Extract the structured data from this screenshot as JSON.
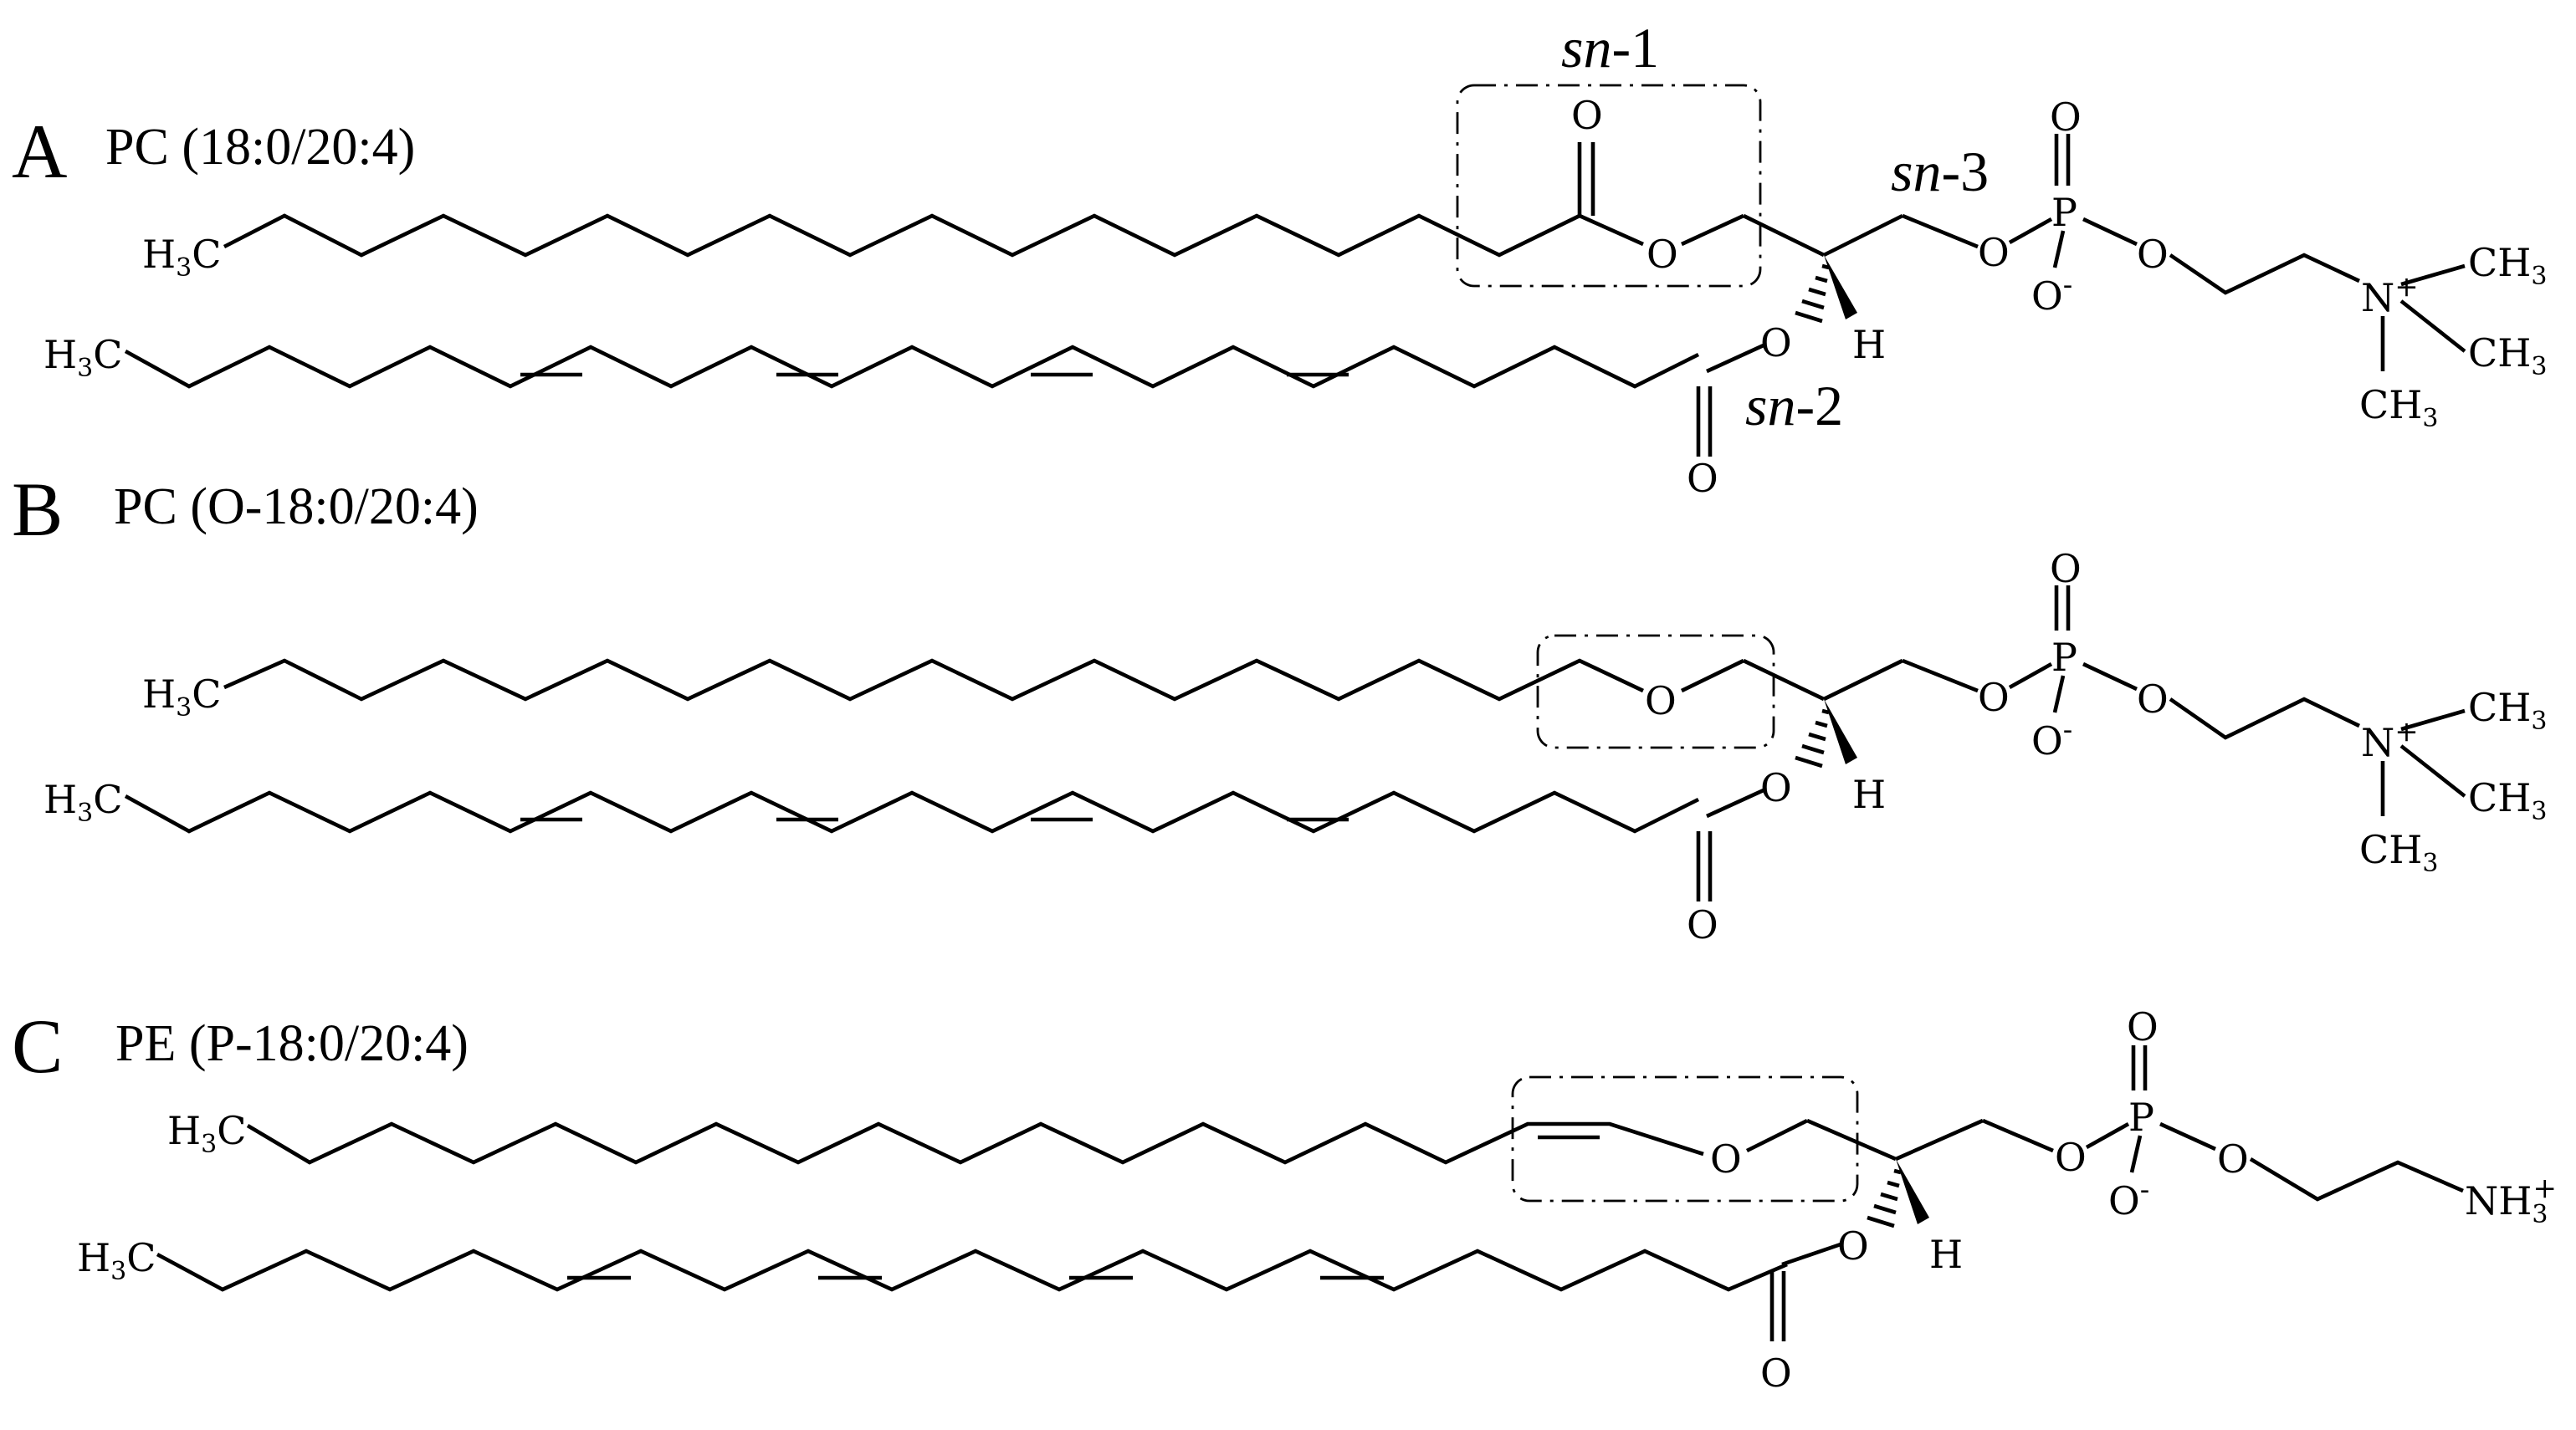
{
  "panels": [
    {
      "letter": "A",
      "name": "PC (18:0/20:4)",
      "sn_labels": {
        "sn1": "sn-1",
        "sn2": "sn-2",
        "sn3": "sn-3",
        "prefix": "sn",
        "n1": "-1",
        "n2": "-2",
        "n3": "-3"
      }
    },
    {
      "letter": "B",
      "name": "PC (O-18:0/20:4)"
    },
    {
      "letter": "C",
      "name": "PE (P-18:0/20:4)"
    }
  ],
  "atoms": {
    "oxygen": "O",
    "phosphorus": "P",
    "hydrogen": "H",
    "nitrogen": "N",
    "methyl_h": "H",
    "methyl_c": "C",
    "sub3": "3",
    "plus": "+",
    "minus": "-",
    "ammonium": "NH",
    "ch3": "CH"
  }
}
